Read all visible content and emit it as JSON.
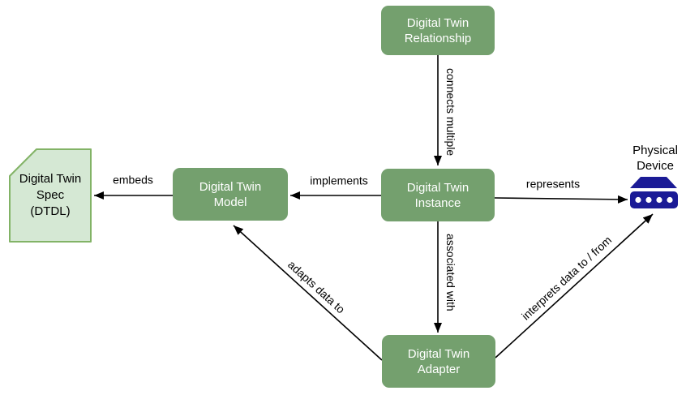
{
  "diagram": {
    "title": "Digital Twin concept diagram",
    "colors": {
      "node_fill": "#74a06e",
      "node_text": "#ffffff",
      "doc_fill": "#d5e8d4",
      "doc_stroke": "#82b366",
      "device_fill": "#1b1b96",
      "device_dot": "#ffffff",
      "edge_stroke": "#000000",
      "label_text": "#000000",
      "background": "#ffffff"
    },
    "nodes": {
      "relationship": {
        "line1": "Digital Twin",
        "line2": "Relationship"
      },
      "instance": {
        "line1": "Digital Twin",
        "line2": "Instance"
      },
      "model": {
        "line1": "Digital Twin",
        "line2": "Model"
      },
      "adapter": {
        "line1": "Digital Twin",
        "line2": "Adapter"
      },
      "spec": {
        "line1": "Digital Twin",
        "line2": "Spec",
        "line3": "(DTDL)"
      },
      "device": {
        "line1": "Physical",
        "line2": "Device",
        "icon": "physical-device-icon"
      }
    },
    "edges": {
      "connects_multiple": "connects multiple",
      "implements": "implements",
      "embeds": "embeds",
      "represents": "represents",
      "associated_with": "associated with",
      "adapts_data_to": "adapts data to",
      "interprets_data": "interprets data to / from"
    }
  }
}
